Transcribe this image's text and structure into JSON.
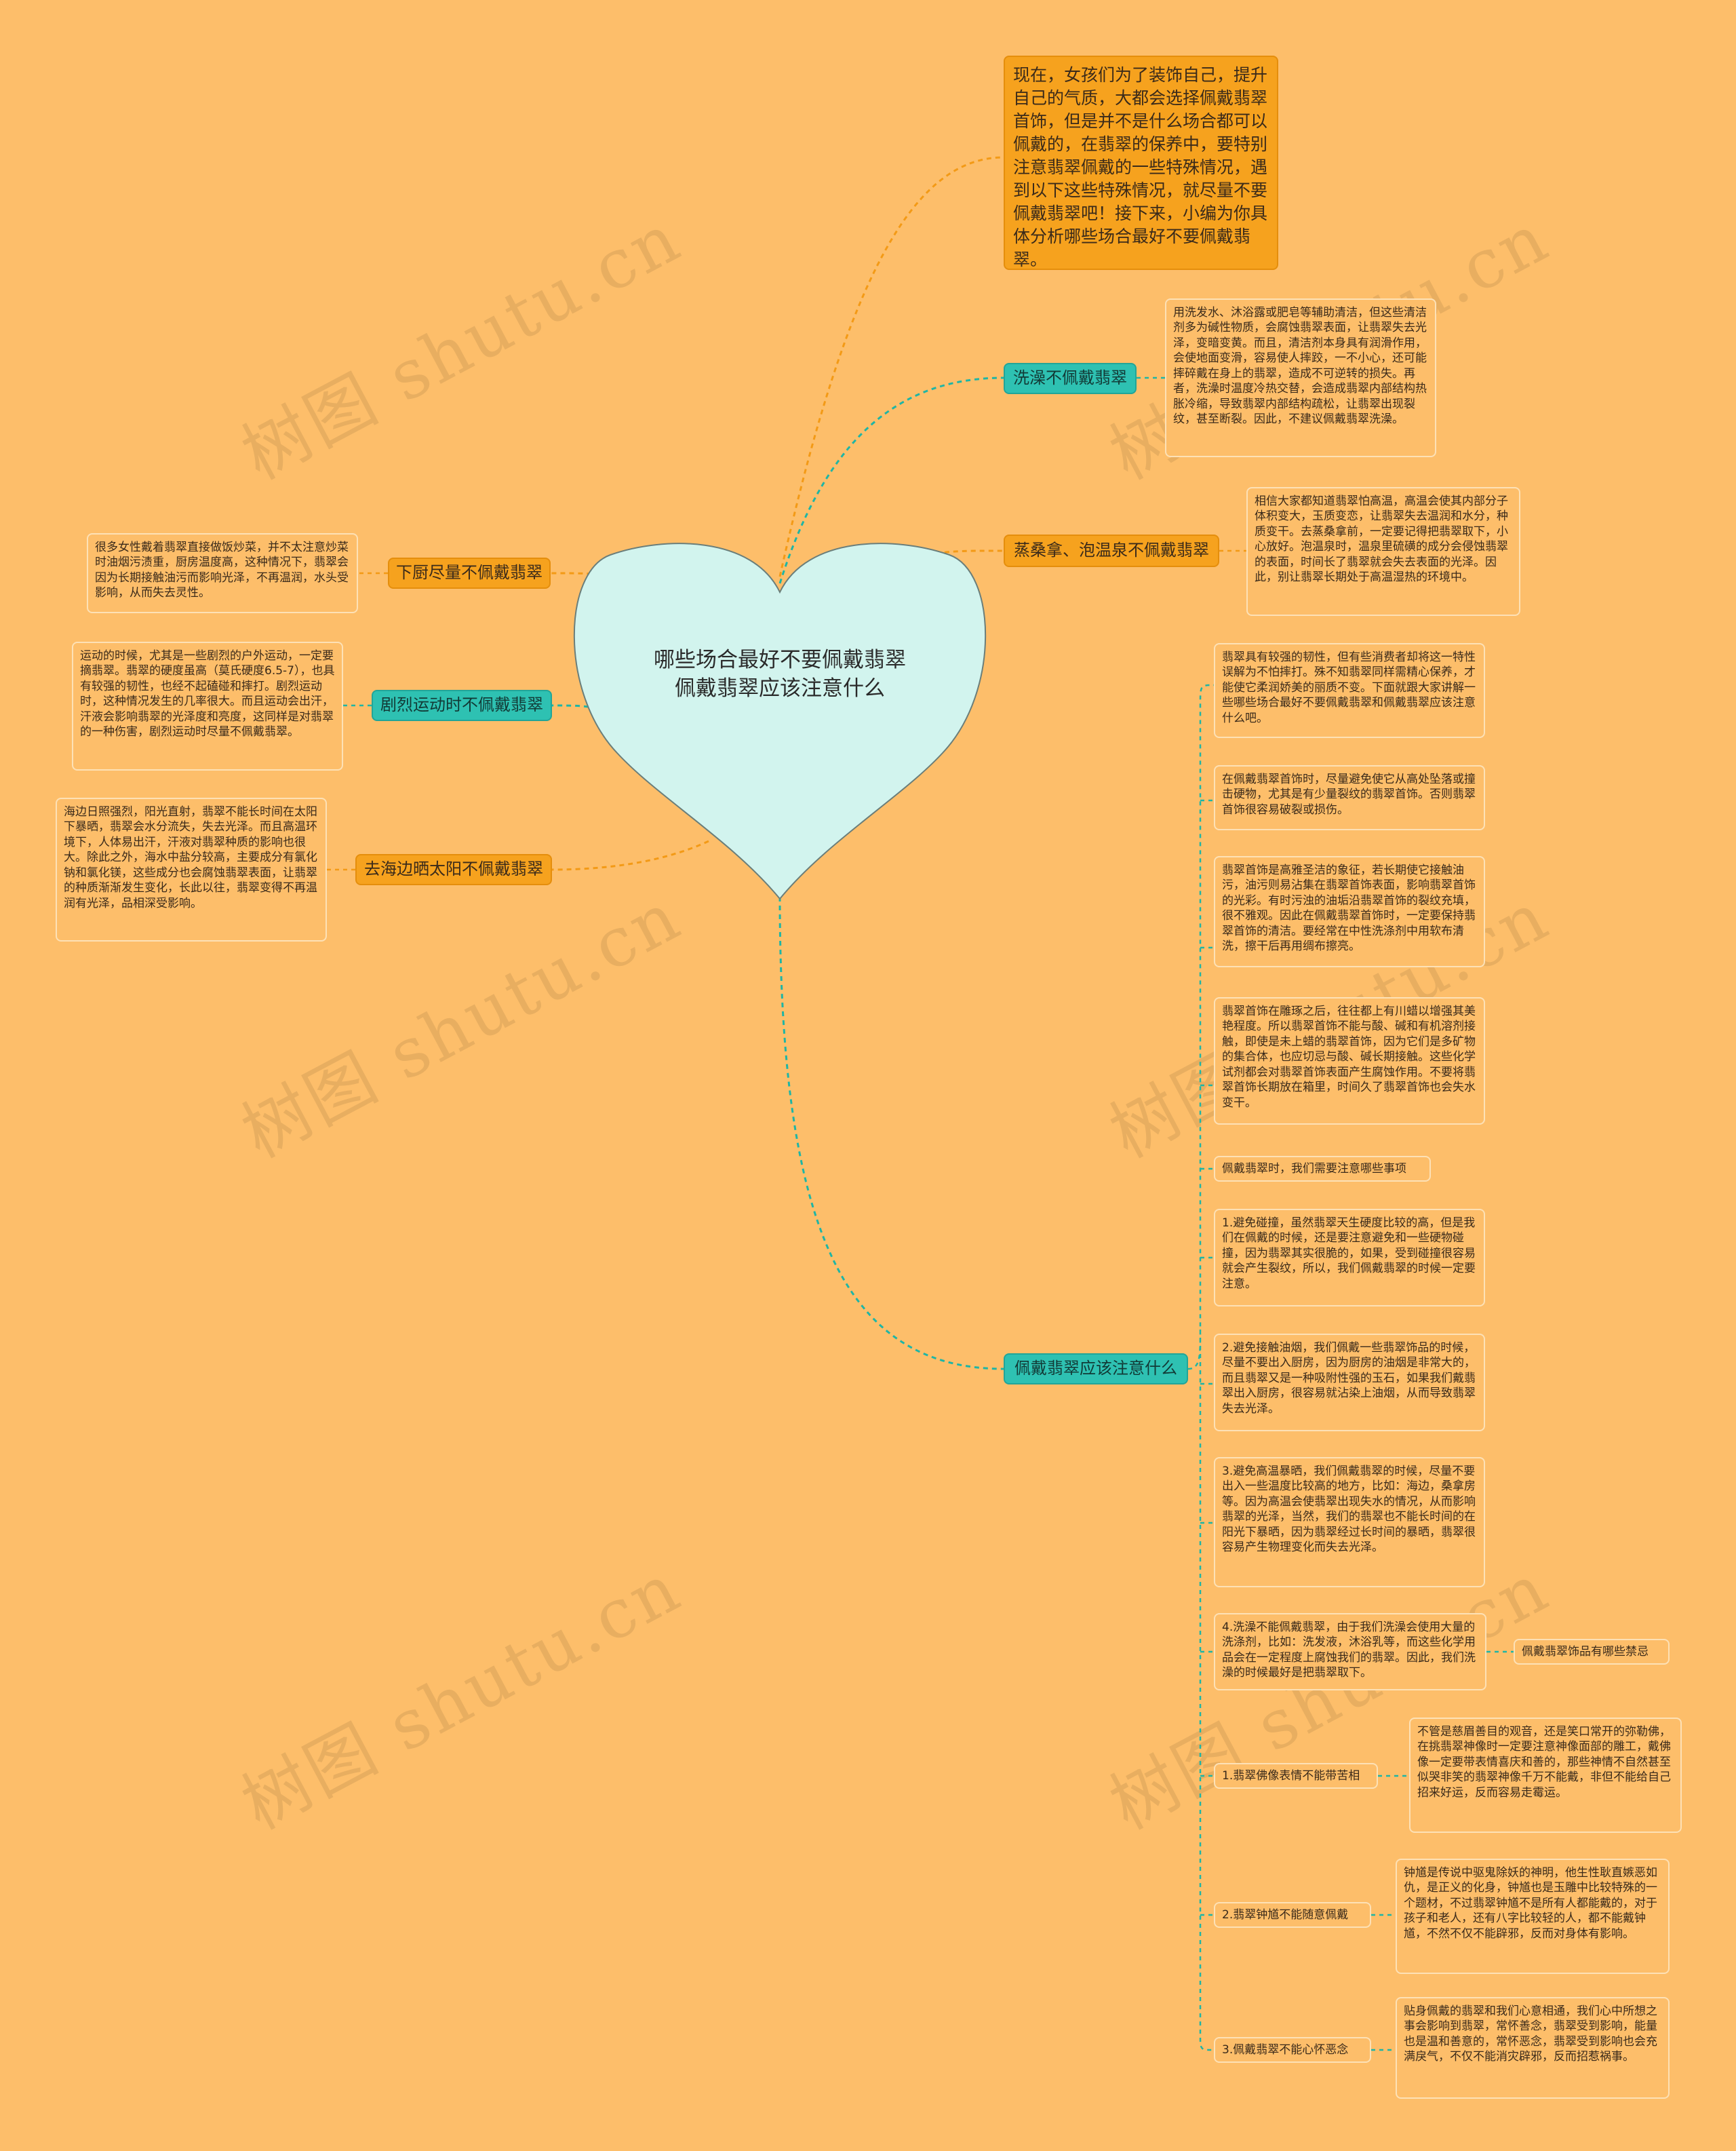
{
  "watermark": "树图 shutu.cn",
  "center": {
    "title": "哪些场合最好不要佩戴翡翠　佩戴翡翠应该注意什么"
  },
  "intro": {
    "text": "现在，女孩们为了装饰自己，提升自己的气质，大都会选择佩戴翡翠首饰，但是并不是什么场合都可以佩戴的，在翡翠的保养中，要特别注意翡翠佩戴的一些特殊情况，遇到以下这些特殊情况，就尽量不要佩戴翡翠吧！接下来，小编为你具体分析哪些场合最好不要佩戴翡翠。"
  },
  "right_branches": {
    "bath": {
      "label": "洗澡不佩戴翡翠",
      "detail": "用洗发水、沐浴露或肥皂等辅助清洁，但这些清洁剂多为碱性物质，会腐蚀翡翠表面，让翡翠失去光泽，变暗变黄。而且，清洁剂本身具有润滑作用，会使地面变滑，容易使人摔跤，一不小心，还可能摔碎戴在身上的翡翠，造成不可逆转的损失。再者，洗澡时温度冷热交替，会造成翡翠内部结构热胀冷缩，导致翡翠内部结构疏松，让翡翠出现裂纹，甚至断裂。因此，不建议佩戴翡翠洗澡。"
    },
    "sauna": {
      "label": "蒸桑拿、泡温泉不佩戴翡翠",
      "detail": "相信大家都知道翡翠怕高温，高温会使其内部分子体积变大，玉质变恋，让翡翠失去温润和水分，种质变干。去蒸桑拿前，一定要记得把翡翠取下，小心放好。泡温泉时，温泉里硫磺的成分会侵蚀翡翠的表面，时间长了翡翠就会失去表面的光泽。因此，别让翡翠长期处于高温湿热的环境中。"
    },
    "notes": {
      "label": "佩戴翡翠应该注意什么",
      "items": [
        "翡翠具有较强的韧性，但有些消费者却将这一特性误解为不怕摔打。殊不知翡翠同样需精心保养，才能使它柔润娇美的丽质不变。下面就跟大家讲解一些哪些场合最好不要佩戴翡翠和佩戴翡翠应该注意什么吧。",
        "在佩戴翡翠首饰时，尽量避免使它从高处坠落或撞击硬物，尤其是有少量裂纹的翡翠首饰。否则翡翠首饰很容易破裂或损伤。",
        "翡翠首饰是高雅圣洁的象征，若长期使它接触油污，油污则易沾集在翡翠首饰表面，影响翡翠首饰的光彩。有时污浊的油垢沿翡翠首饰的裂纹充填，很不雅观。因此在佩戴翡翠首饰时，一定要保持翡翠首饰的清洁。要经常在中性洗涤剂中用软布清洗，擦干后再用绸布擦亮。",
        "翡翠首饰在雕琢之后，往往都上有川蜡以增强其美艳程度。所以翡翠首饰不能与酸、碱和有机溶剂接触，即使是未上蜡的翡翠首饰，因为它们是多矿物的集合体，也应切忌与酸、碱长期接触。这些化学试剂都会对翡翠首饰表面产生腐蚀作用。不要将翡翠首饰长期放在箱里，时间久了翡翠首饰也会失水变干。",
        "佩戴翡翠时，我们需要注意哪些事项",
        "1.避免碰撞，虽然翡翠天生硬度比较的高，但是我们在佩戴的时候，还是要注意避免和一些硬物碰撞，因为翡翠其实很脆的，如果，受到碰撞很容易就会产生裂纹，所以，我们佩戴翡翠的时候一定要注意。",
        "2.避免接触油烟，我们佩戴一些翡翠饰品的时候，尽量不要出入厨房，因为厨房的油烟是非常大的，而且翡翠又是一种吸附性强的玉石，如果我们戴翡翠出入厨房，很容易就沾染上油烟，从而导致翡翠失去光泽。",
        "3.避免高温暴晒，我们佩戴翡翠的时候，尽量不要出入一些温度比较高的地方，比如：海边，桑拿房等。因为高温会使翡翠出现失水的情况，从而影响翡翠的光泽，当然，我们的翡翠也不能长时间的在阳光下暴晒，因为翡翠经过长时间的暴晒，翡翠很容易产生物理变化而失去光泽。",
        "4.洗澡不能佩戴翡翠，由于我们洗澡会使用大量的洗涤剂，比如：洗发液，沐浴乳等，而这些化学用品会在一定程度上腐蚀我们的翡翠。因此，我们洗澡的时候最好是把翡翠取下。"
      ],
      "taboo_label": "佩戴翡翠饰品有哪些禁忌",
      "taboos": [
        {
          "label": "1.翡翠佛像表情不能带苦相",
          "detail": "不管是慈眉善目的观音，还是笑口常开的弥勒佛，在挑翡翠神像时一定要注意神像面部的雕工，戴佛像一定要带表情喜庆和善的，那些神情不自然甚至似哭非笑的翡翠神像千万不能戴，非但不能给自己招来好运，反而容易走霉运。"
        },
        {
          "label": "2.翡翠钟馗不能随意佩戴",
          "detail": "钟馗是传说中驱鬼除妖的神明，他生性耿直嫉恶如仇，是正义的化身，钟馗也是玉雕中比较特殊的一个题材，不过翡翠钟馗不是所有人都能戴的，对于孩子和老人，还有八字比较轻的人，都不能戴钟馗，不然不仅不能辟邪，反而对身体有影响。"
        },
        {
          "label": "3.佩戴翡翠不能心怀恶念",
          "detail": "贴身佩戴的翡翠和我们心意相通，我们心中所想之事会影响到翡翠，常怀善念，翡翠受到影响，能量也是温和善意的，常怀恶念，翡翠受到影响也会充满戾气，不仅不能消灾辟邪，反而招惹祸事。"
        }
      ]
    }
  },
  "left_branches": {
    "kitchen": {
      "label": "下厨尽量不佩戴翡翠",
      "detail": "很多女性戴着翡翠直接做饭炒菜，并不太注意炒菜时油烟污渍重，厨房温度高，这种情况下，翡翠会因为长期接触油污而影响光泽，不再温润，水头受影响，从而失去灵性。"
    },
    "sport": {
      "label": "剧烈运动时不佩戴翡翠",
      "detail": "运动的时候，尤其是一些剧烈的户外运动，一定要摘翡翠。翡翠的硬度虽高（莫氏硬度6.5-7），也具有较强的韧性，也经不起磕碰和摔打。剧烈运动时，这种情况发生的几率很大。而且运动会出汗，汗液会影响翡翠的光泽度和亮度，这同样是对翡翠的一种伤害，剧烈运动时尽量不佩戴翡翠。"
    },
    "beach": {
      "label": "去海边晒太阳不佩戴翡翠",
      "detail": "海边日照强烈，阳光直射，翡翠不能长时间在太阳下暴晒，翡翠会水分流失，失去光泽。而且高温环境下，人体易出汗，汗液对翡翠种质的影响也很大。除此之外，海水中盐分较高，主要成分有氯化钠和氯化镁，这些成分也会腐蚀翡翠表面，让翡翠的种质渐渐发生变化，长此以往，翡翠变得不再温润有光泽，品相深受影响。"
    }
  },
  "colors": {
    "background": "#FDBE6A",
    "heart_fill": "#D2F4EE",
    "teal": "#2EC1B2",
    "orange": "#F6A21E",
    "edge_orange": "#F39A16",
    "edge_teal": "#1FB5A5"
  }
}
